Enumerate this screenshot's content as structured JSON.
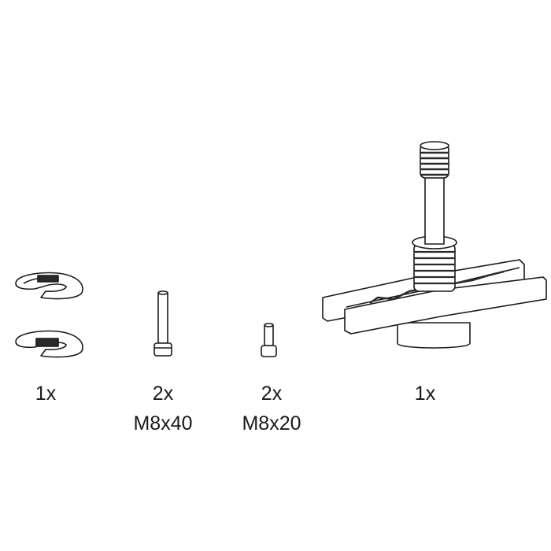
{
  "parts": [
    {
      "name": "clip",
      "quantity": "1x",
      "spec": ""
    },
    {
      "name": "bolt-long",
      "quantity": "2x",
      "spec": "M8x40"
    },
    {
      "name": "bolt-short",
      "quantity": "2x",
      "spec": "M8x20"
    },
    {
      "name": "leveling-foot",
      "quantity": "1x",
      "spec": ""
    }
  ],
  "colors": {
    "line": "#1a1a1a",
    "fill": "#ffffff",
    "dark": "#2a2a2a"
  }
}
